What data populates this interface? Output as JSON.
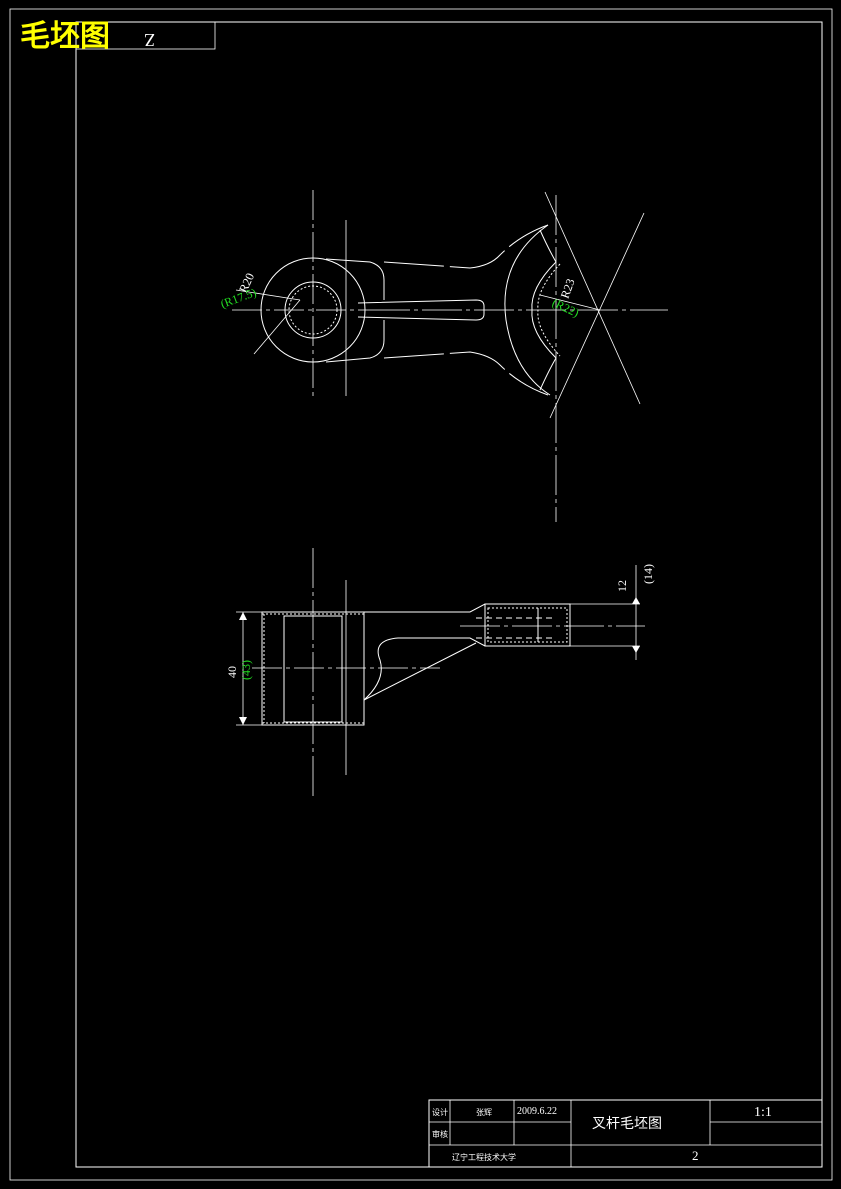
{
  "sheet": {
    "title": "毛坯图",
    "corner_code": "Z"
  },
  "top_view": {
    "dims": {
      "r_left": "R20",
      "r_left_blank": "(R17.5)",
      "r_right": "R23",
      "r_right_blank": "(R22)"
    }
  },
  "front_view": {
    "dims": {
      "height_left": "40",
      "height_left_blank": "(43)",
      "height_right": "12",
      "height_right_blank": "(14)"
    }
  },
  "title_block": {
    "role_design": "设计",
    "role_review": "审核",
    "designer": "张辉",
    "date": "2009.6.22",
    "drawing_name": "叉杆毛坯图",
    "scale": "1:1",
    "school": "辽宁工程技术大学",
    "sheet_no": "2"
  },
  "colors": {
    "background": "#000000",
    "lines": "#ffffff",
    "dimensions_blank": "#22dd22",
    "title": "#ffff00"
  }
}
